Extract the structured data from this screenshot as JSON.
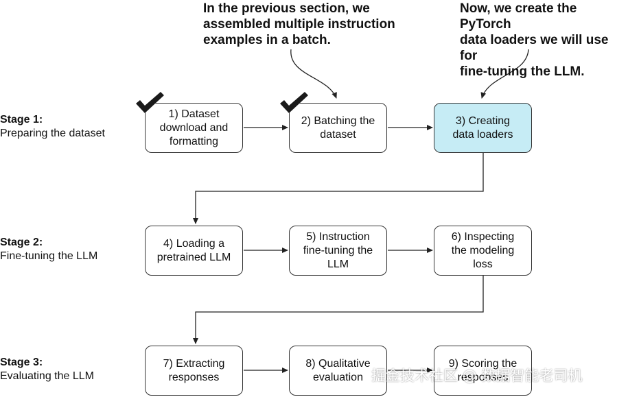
{
  "callouts": {
    "previous_section": "In the previous section, we\nassembled multiple instruction\nexamples in a batch.",
    "current_section": "Now, we create the PyTorch\ndata loaders we will use for\nfine-tuning the LLM."
  },
  "stages": [
    {
      "title": "Stage 1:",
      "subtitle": "Preparing the dataset"
    },
    {
      "title": "Stage 2:",
      "subtitle": "Fine-tuning the LLM"
    },
    {
      "title": "Stage 3:",
      "subtitle": "Evaluating the LLM"
    }
  ],
  "steps": [
    {
      "label": "1) Dataset\ndownload and\nformatting",
      "done": true
    },
    {
      "label": "2) Batching the\ndataset",
      "done": true
    },
    {
      "label": "3) Creating\ndata loaders",
      "current": true
    },
    {
      "label": "4) Loading a\npretrained LLM"
    },
    {
      "label": "5) Instruction\nfine-tuning the\nLLM"
    },
    {
      "label": "6) Inspecting\nthe modeling\nloss"
    },
    {
      "label": "7) Extracting\nresponses"
    },
    {
      "label": "8) Qualitative\nevaluation"
    },
    {
      "label": "9) Scoring the\nresponses"
    }
  ],
  "colors": {
    "current_step_fill": "#c6ecf5",
    "stroke": "#333333",
    "checkmark": "#1a1a1a"
  },
  "icons": {
    "completed": "checkmark-icon"
  },
  "watermark": "掘金技术社区 @ 数据智能老司机"
}
